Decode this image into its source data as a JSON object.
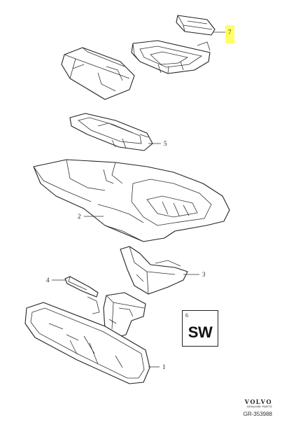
{
  "diagram": {
    "callouts": {
      "c1": "1",
      "c2": "2",
      "c3": "3",
      "c4": "4",
      "c5": "5",
      "c7": "7"
    },
    "badge": {
      "number": "6",
      "text": "SW"
    },
    "brand": {
      "name": "VOLVO",
      "tagline": "GENUINE PARTS"
    },
    "reference": "GR-353988",
    "highlight_color": "#ffff66"
  }
}
